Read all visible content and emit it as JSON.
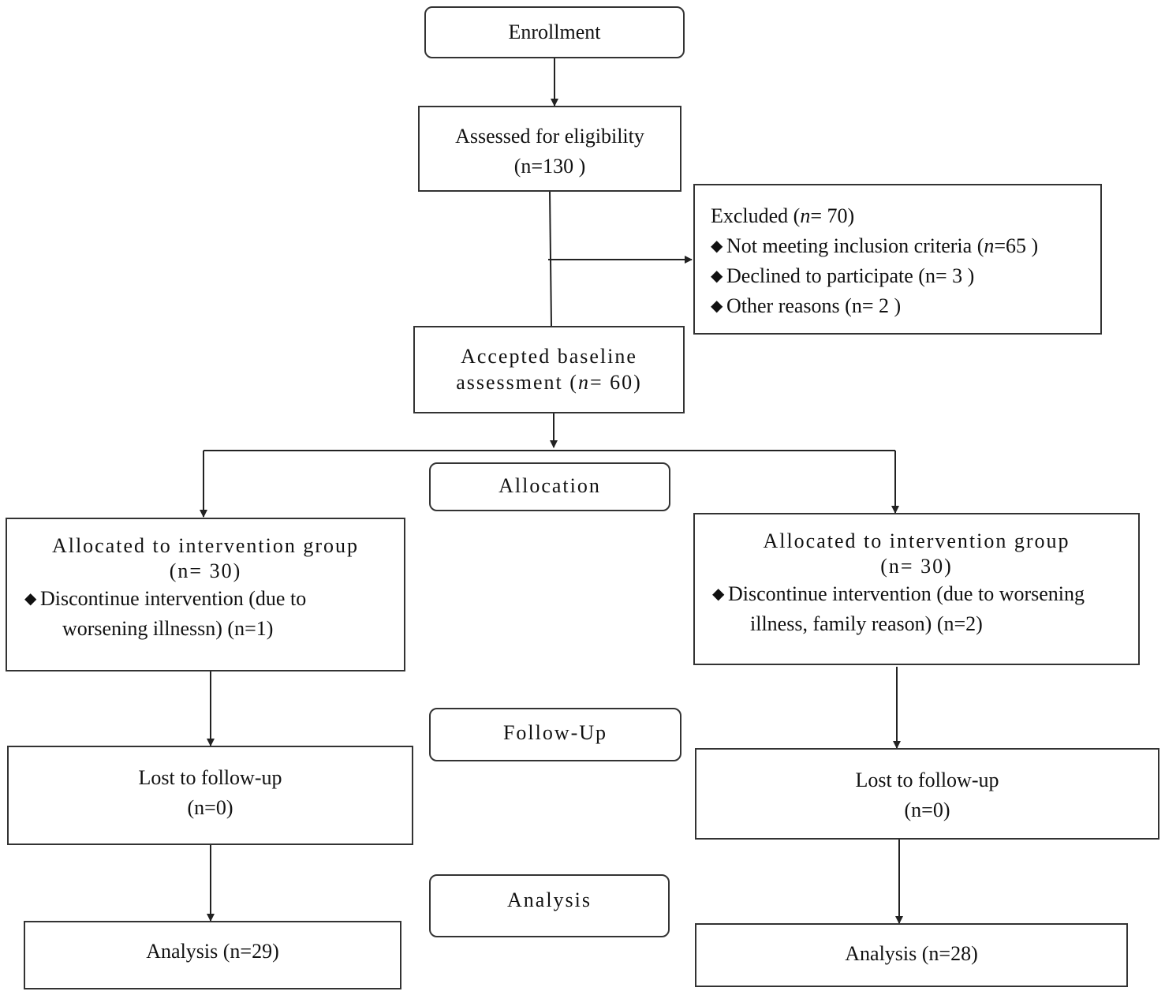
{
  "stages": {
    "enrollment": "Enrollment",
    "allocation": "Allocation",
    "follow_up": "Follow-Up",
    "analysis": "Analysis"
  },
  "eligibility": {
    "line1": "Assessed for eligibility",
    "line2": "(n=130 )"
  },
  "excluded": {
    "title_prefix": "Excluded (",
    "title_n": "n",
    "title_suffix": "= 70)",
    "reasons": [
      {
        "prefix": "Not meeting inclusion criteria (",
        "n": "n",
        "suffix": "=65   )"
      },
      {
        "prefix": "Declined to participate (n= 3 )",
        "n": "",
        "suffix": ""
      },
      {
        "prefix": "Other reasons (n= 2 )",
        "n": "",
        "suffix": ""
      }
    ]
  },
  "baseline": {
    "line1": "Accepted baseline",
    "line2_prefix": "assessment (",
    "line2_n": "n",
    "line2_suffix": "= 60)"
  },
  "left_group": {
    "title": "Allocated to intervention group",
    "count": "(n= 30)",
    "discontinue_line1": "Discontinue intervention (due to",
    "discontinue_line2": "worsening illnessn) (n=1)",
    "lost_title": "Lost to follow-up",
    "lost_count": "(n=0)",
    "analysis": "Analysis (n=29)"
  },
  "right_group": {
    "title": "Allocated to intervention group",
    "count": "(n= 30)",
    "discontinue_line1": "Discontinue intervention (due to worsening",
    "discontinue_line2": "illness, family reason) (n=2)",
    "lost_title": "Lost to follow-up",
    "lost_count": "(n=0)",
    "analysis": "Analysis (n=28)"
  }
}
